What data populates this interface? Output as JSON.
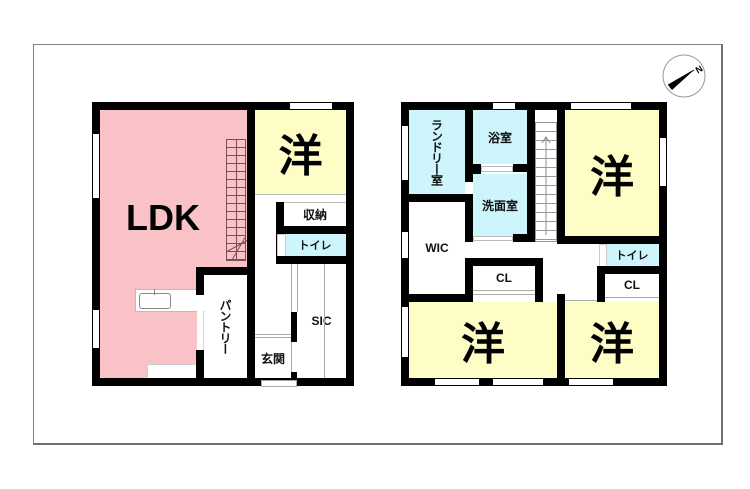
{
  "floor1": {
    "rooms": {
      "ldk": "LDK",
      "western": "洋",
      "storage": "収納",
      "toilet": "トイレ",
      "sic": "SIC",
      "pantry": "パントリー",
      "entrance": "玄関"
    }
  },
  "floor2": {
    "rooms": {
      "laundry": "ランドリー室",
      "bath": "浴室",
      "washroom": "洗面室",
      "wic": "WIC",
      "closet_left": "CL",
      "closet_right": "CL",
      "toilet": "トイレ",
      "western_top_right": "洋",
      "western_bottom_left": "洋",
      "western_bottom_right": "洋"
    }
  },
  "compass": {
    "label": "N"
  },
  "colors": {
    "ldk": "#f8c2c6",
    "western": "#fefdc6",
    "wet_area": "#cdf5fb",
    "wall": "#000000"
  }
}
